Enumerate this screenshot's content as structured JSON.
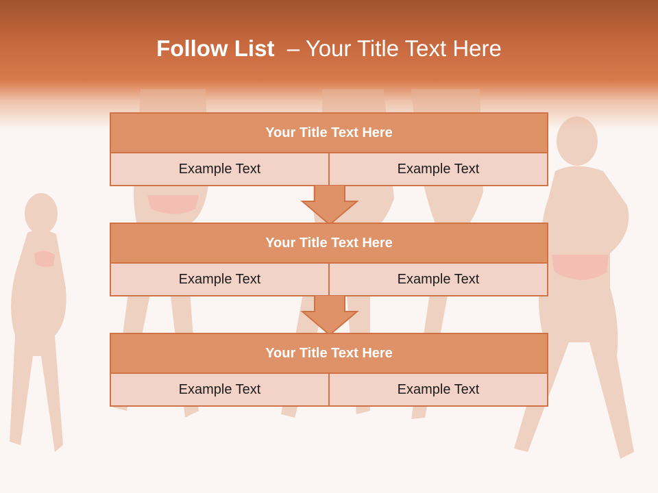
{
  "slide": {
    "title_bold": "Follow List",
    "title_rest": "  – Your Title Text Here"
  },
  "steps": [
    {
      "title": "Your Title Text Here",
      "left": "Example Text",
      "right": "Example Text"
    },
    {
      "title": "Your Title Text Here",
      "left": "Example Text",
      "right": "Example Text"
    },
    {
      "title": "Your Title Text Here",
      "left": "Example Text",
      "right": "Example Text"
    }
  ],
  "colors": {
    "accent": "#d97a4c",
    "box_header": "#df9168",
    "box_cell": "#f3d3c8",
    "border": "#cf7347"
  },
  "icons": [
    "down-arrow-icon",
    "down-arrow-icon"
  ]
}
